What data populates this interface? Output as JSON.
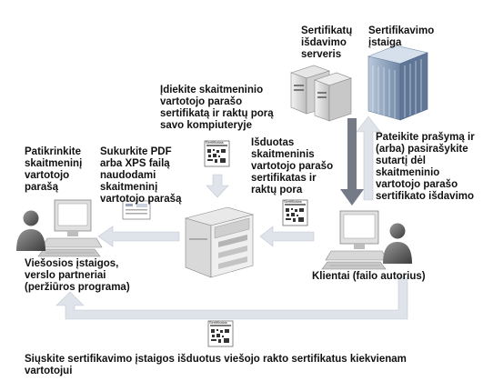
{
  "labels": {
    "server": "Sertifikatų\nišdavimo\nserveris",
    "authority": "Sertifikavimo\nįstaiga",
    "install": "Įdiekite skaitmeninio\nvartotojo parašo\nsertifikatą ir raktų porą\nsavo kompiuteryje",
    "verify": "Patikrinkite\nskaitmeninį\nvartotojo\nparašą",
    "create_pdf": "Sukurkite PDF\narba XPS failą\nnaudodami\nskaitmeninį\nvartotojo parašą",
    "issued": "Išduotas\nskaitmeninis\nvartotojo parašo\nsertifikatas ir\nraktų pora",
    "request": "Pateikite prašymą ir\n(arba) pasirašykite\nsutartį dėl\nskaitmeninio\nvartotojo parašo\nsertifikato išdavimo",
    "public_bodies": "Viešosios įstaigos,\nverslo partneriai\n(peržiūros programa)",
    "clients": "Klientai (failo autorius)",
    "send": "Siųskite sertifikavimo įstaigos išduotus viešojo rakto sertifikatus kiekvienam\nvartotojui"
  },
  "certificate_label": "Sertifikatas",
  "colors": {
    "arrow_light": "#dfe3ea",
    "arrow_dark": "#757b86",
    "building": "#8fa6c4"
  }
}
